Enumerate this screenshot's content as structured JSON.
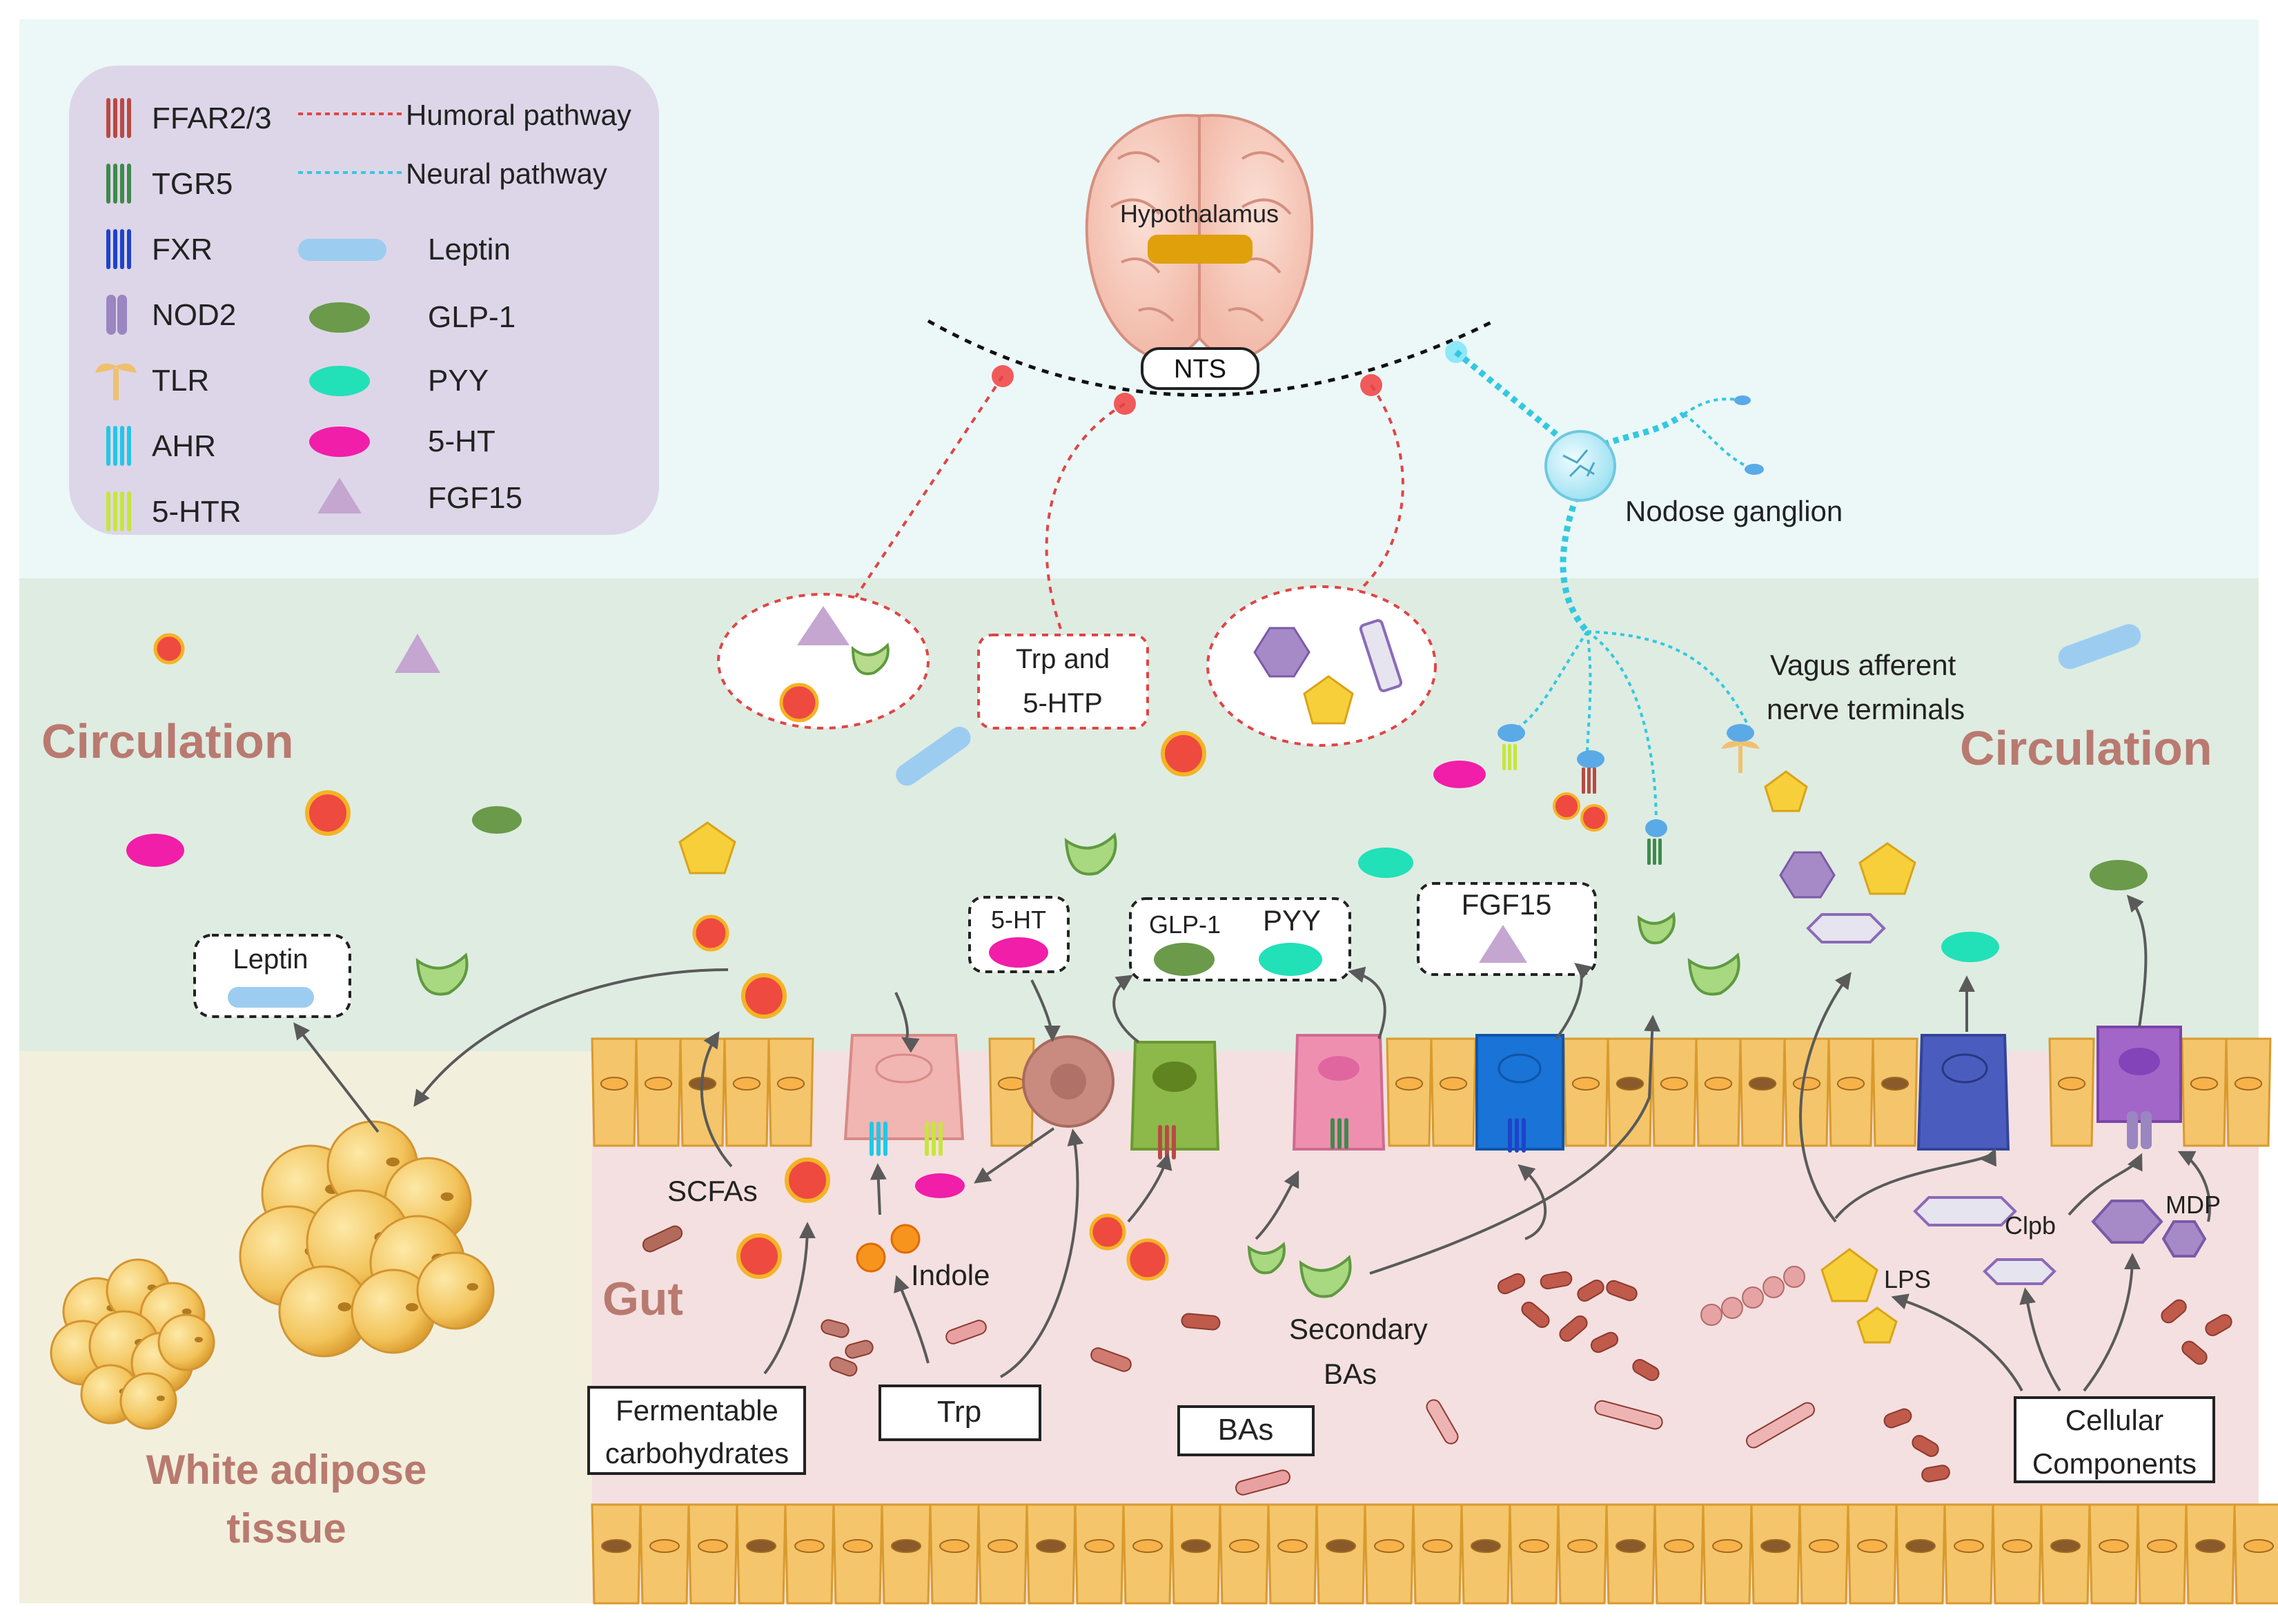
{
  "legend": {
    "receptors": [
      {
        "label": "FFAR2/3",
        "color": "#b84a44"
      },
      {
        "label": "TGR5",
        "color": "#3f8a4c"
      },
      {
        "label": "FXR",
        "color": "#1f43c9"
      },
      {
        "label": "NOD2",
        "color": "#9a86c0"
      },
      {
        "label": "TLR",
        "color": "#f0c070"
      },
      {
        "label": "AHR",
        "color": "#22c7e6"
      },
      {
        "label": "5-HTR",
        "color": "#c7e63a"
      }
    ],
    "pathways": [
      {
        "label": "Humoral pathway",
        "color": "#e04545"
      },
      {
        "label": "Neural pathway",
        "color": "#33c8e0"
      }
    ],
    "molecules": [
      {
        "label": "Leptin",
        "color": "#9ccdf0"
      },
      {
        "label": "GLP-1",
        "color": "#6a9a4a"
      },
      {
        "label": "PYY",
        "color": "#22e0b8"
      },
      {
        "label": "5-HT",
        "color": "#f01ea8"
      },
      {
        "label": "FGF15",
        "color": "#c4a6d0"
      }
    ]
  },
  "brain": {
    "hypothalamus": "Hypothalamus",
    "nts": "NTS"
  },
  "neural": {
    "nodose": "Nodose ganglion",
    "vagus_line1": "Vagus afferent",
    "vagus_line2": "nerve terminals"
  },
  "regions": {
    "circulation_left": "Circulation",
    "circulation_right": "Circulation",
    "gut": "Gut",
    "wat_line1": "White adipose",
    "wat_line2": "tissue"
  },
  "humoral_box": {
    "line1": "Trp and",
    "line2": "5-HTP"
  },
  "secreted_boxes": {
    "leptin": "Leptin",
    "serotonin": "5-HT",
    "glp1": "GLP-1",
    "pyy": "PYY",
    "fgf15": "FGF15"
  },
  "gut_labels": {
    "scfas": "SCFAs",
    "indole": "Indole",
    "secondary_line1": "Secondary",
    "secondary_line2": "BAs",
    "clpb": "Clpb",
    "lps": "LPS",
    "mdp": "MDP"
  },
  "sources": {
    "fermentable_line1": "Fermentable",
    "fermentable_line2": "carbohydrates",
    "trp": "Trp",
    "bas": "BAs",
    "cellular_line1": "Cellular",
    "cellular_line2": "Components"
  },
  "colors": {
    "brain_bg": "#ebf8f7",
    "circulation_bg": "#dfece2",
    "adipose_bg": "#f2f0dd",
    "gut_bg": "#f4e0e0",
    "legend_bg": "#ddd6e8",
    "region_text": "#b97a70",
    "scfa": "#ee4a40",
    "scfa_ring": "#f5b324",
    "lps": "#f7cf3a",
    "clpb": "#a7a6b8",
    "mdp": "#a68ac8"
  }
}
